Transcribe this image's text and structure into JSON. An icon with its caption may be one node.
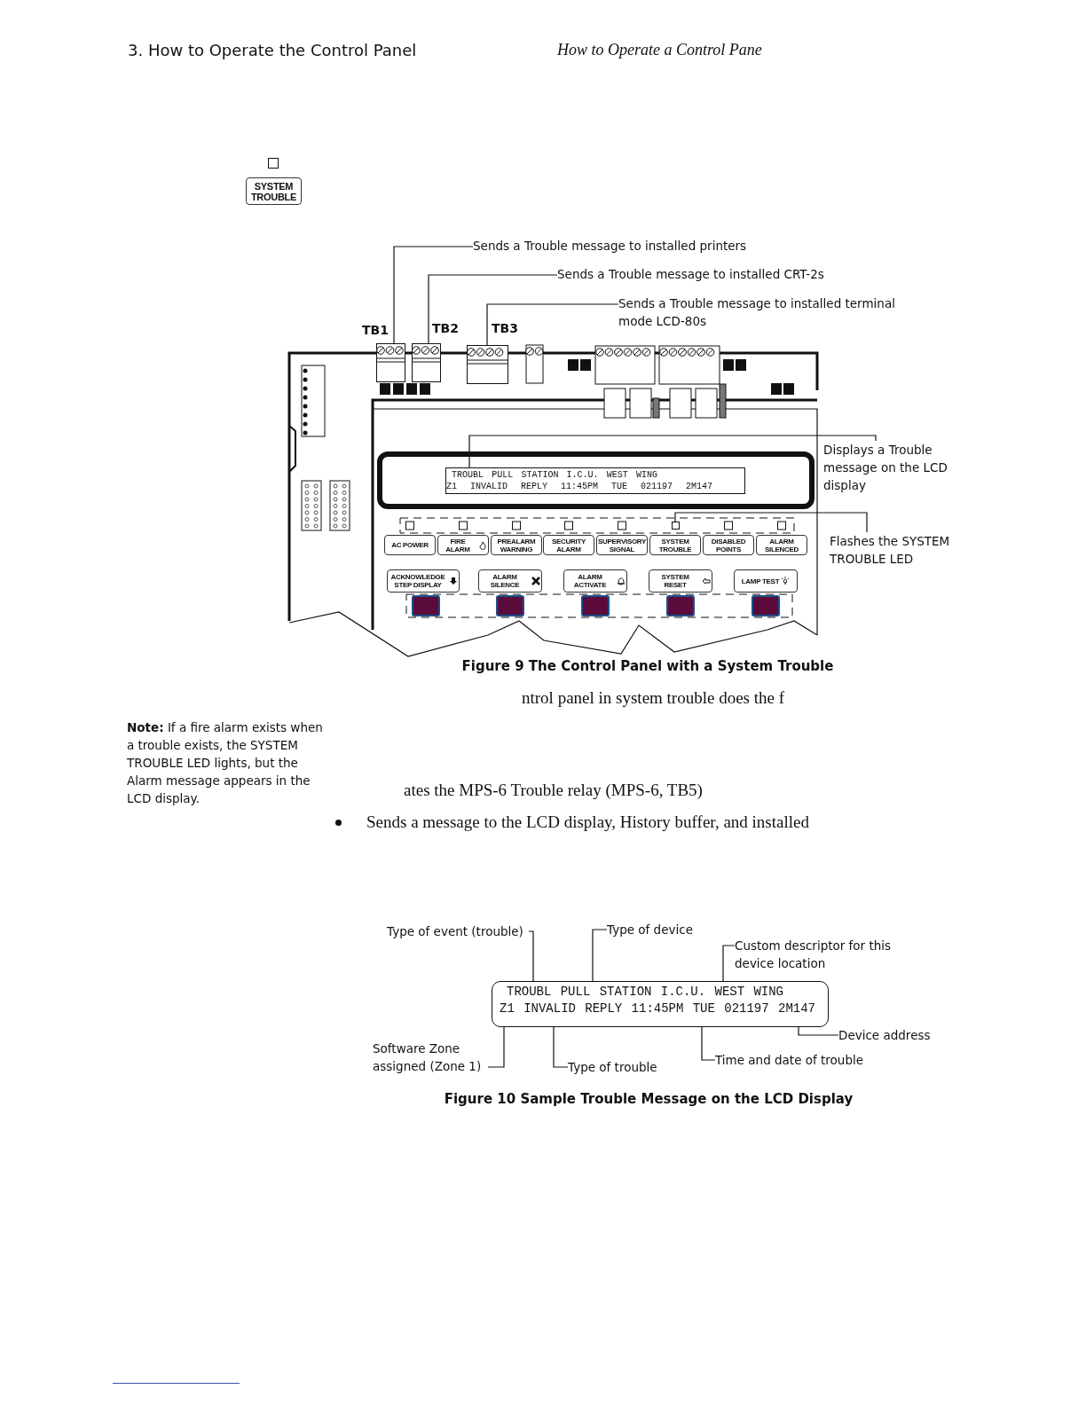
{
  "diagram": {
    "nodes": [
      {
        "text": [
          "SYSTEM TROUBLE"
        ]
      },
      {
        "text": [
          "Sends a Trouble message to installed printers"
        ]
      },
      {
        "text": [
          "Sends a Trouble message to installed CRT-2s"
        ]
      },
      {
        "text": [
          "Sends a Trouble message to installed terminal mode LCD-80s"
        ]
      },
      {
        "text": [],
        "shape": "box",
        "beside": [
          "TB1"
        ]
      },
      {
        "text": [],
        "shape": "box",
        "beside": [
          "TB2"
        ]
      },
      {
        "text": [],
        "shape": "box",
        "beside": [
          "TB3"
        ]
      },
      {
        "text": [
          "Displays a Trouble message on the LCD display"
        ]
      },
      {
        "text": [
          "TROUBL PULL STATION I.C.U. WEST WING",
          "Z1 INVALID REPLY 11:45PM TUE 021197 2M147"
        ]
      },
      {
        "text": [],
        "shape": "box"
      },
      {
        "text": [
          "Flashes the SYSTEM TROUBLE LED"
        ]
      },
      {
        "text": [
          "AC POWER"
        ]
      },
      {
        "text": [
          "FIRE ALARM"
        ]
      },
      {
        "text": [
          "PREALARM WARNING"
        ]
      },
      {
        "text": [
          "SECURITY ALARM"
        ]
      },
      {
        "text": [
          "SUPERVISORY SIGNAL"
        ]
      },
      {
        "text": [
          "SYSTEM TROUBLE"
        ]
      },
      {
        "text": [
          "DISABLED POINTS"
        ]
      },
      {
        "text": [
          "ALARM SILENCED"
        ]
      },
      {
        "text": [
          "ACKNOWLEDGE STEP DISPLAY"
        ]
      },
      {
        "text": [
          "ALARM SILENCE"
        ]
      },
      {
        "text": [
          "ALARM ACTIVATE"
        ]
      },
      {
        "text": [
          "SYSTEM RESET"
        ]
      },
      {
        "text": [
          "LAMP TEST"
        ]
      },
      {
        "text": [
          "Type of event (trouble)"
        ]
      },
      {
        "text": [
          "Type of device"
        ]
      },
      {
        "text": [
          "Custom descriptor for this device location"
        ]
      },
      {
        "text": [
          "TROUBL PULL STATION I.C.U. WEST WING",
          "Z1 INVALID REPLY 11:45PM TUE 021197 2M147"
        ]
      },
      {
        "text": [
          "Device address"
        ]
      },
      {
        "text": [
          "Software Zone assigned (Zone 1)"
        ]
      },
      {
        "text": [
          "Type of trouble"
        ]
      },
      {
        "text": [
          "Time and date of trouble"
        ]
      }
    ],
    "edges": [
      {
        "from": 1,
        "to": 4,
        "arrow": "none"
      },
      {
        "from": 2,
        "to": 5,
        "arrow": "none"
      },
      {
        "from": 3,
        "to": 6,
        "arrow": "none"
      },
      {
        "from": 7,
        "to": 8,
        "arrow": "none"
      },
      {
        "from": 10,
        "to": 9,
        "arrow": "none"
      },
      {
        "from": 24,
        "to": 27,
        "arrow": "none"
      },
      {
        "from": 25,
        "to": 27,
        "arrow": "none"
      },
      {
        "from": 26,
        "to": 27,
        "arrow": "none"
      },
      {
        "from": 28,
        "to": 27,
        "arrow": "none"
      },
      {
        "from": 29,
        "to": 27,
        "arrow": "none"
      },
      {
        "from": 30,
        "to": 27,
        "arrow": "none"
      },
      {
        "from": 31,
        "to": 27,
        "arrow": "none"
      }
    ],
    "labels": [
      "3. How to Operate the Control Panel",
      "How to Operate a Control Pane",
      "Figure 9 The Control Panel with a System Trouble",
      "ntrol panel in system trouble does the f",
      "**Note:** If a fire alarm exists when a trouble exists, the SYSTEM TROUBLE LED lights, but the Alarm message appears in the LCD display.",
      "ates the MPS-6 Trouble relay (MPS-6, TB5)",
      "Sends a message to the LCD display, History buffer, and installed",
      "Figure 10 Sample Trouble Message on the LCD Display"
    ]
  }
}
